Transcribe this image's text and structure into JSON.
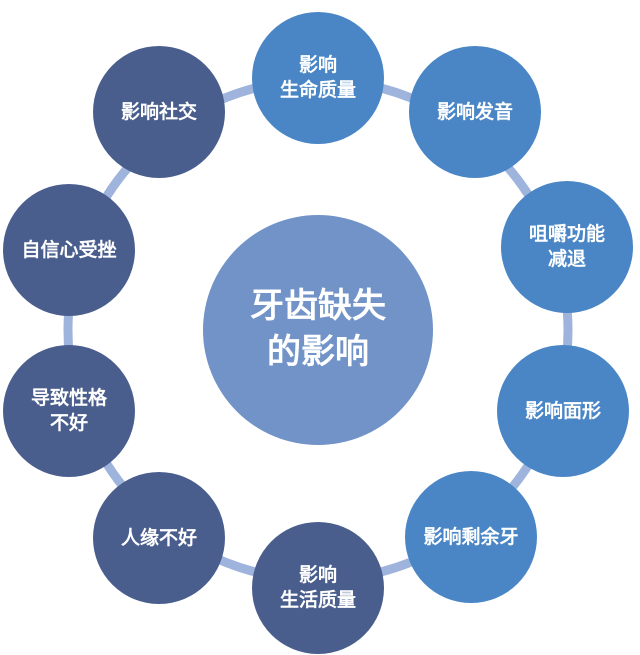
{
  "center": {
    "label": "牙齿缺失\n的影响",
    "color": "#7193c8"
  },
  "nodes": [
    {
      "label": "影响\n生命质量",
      "color": "#4a86c5"
    },
    {
      "label": "影响发音",
      "color": "#4a86c5"
    },
    {
      "label": "咀嚼功能\n减退",
      "color": "#4a86c5"
    },
    {
      "label": "影响面形",
      "color": "#4a86c5"
    },
    {
      "label": "影响剩余牙",
      "color": "#4a86c5"
    },
    {
      "label": "影响\n生活质量",
      "color": "#4a5e8e"
    },
    {
      "label": "人缘不好",
      "color": "#4a5e8e"
    },
    {
      "label": "导致性格\n不好",
      "color": "#4a5e8e"
    },
    {
      "label": "自信心受挫",
      "color": "#4a5e8e"
    },
    {
      "label": "影响社交",
      "color": "#4a5e8e"
    }
  ],
  "ring_color": "#9fb4dc"
}
